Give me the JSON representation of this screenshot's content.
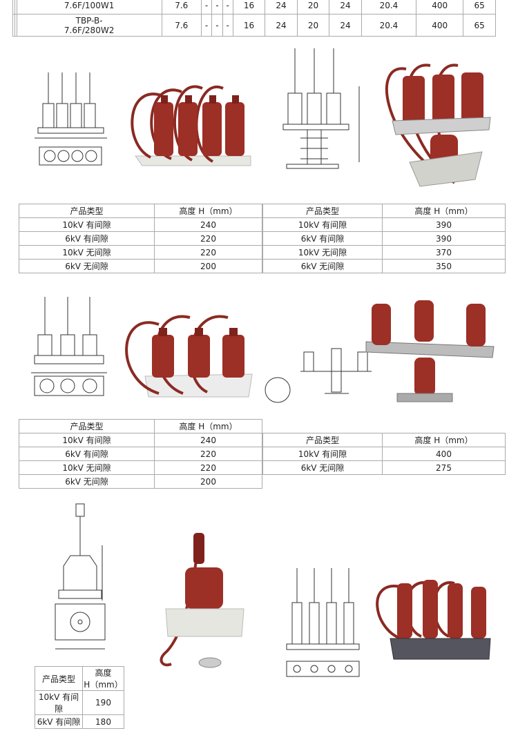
{
  "spec_rows": [
    {
      "model": "7.6F/100W1",
      "c1": "7.6",
      "c2": "-",
      "c3": "-",
      "c4": "-",
      "c5": "16",
      "c6": "24",
      "c7": "20",
      "c8": "24",
      "c9": "20.4",
      "c10": "400",
      "c11": "65"
    },
    {
      "model": "TBP-B-\n7.6F/280W2",
      "c1": "7.6",
      "c2": "-",
      "c3": "-",
      "c4": "-",
      "c5": "16",
      "c6": "24",
      "c7": "20",
      "c8": "24",
      "c9": "20.4",
      "c10": "400",
      "c11": "65"
    }
  ],
  "col_type": "产品类型",
  "col_height": "高度 H（mm）",
  "col_height_short": [
    "高度",
    "H（mm）"
  ],
  "table1_left": [
    {
      "type": "10kV 有间隙",
      "h": "240"
    },
    {
      "type": "6kV 有间隙",
      "h": "220"
    },
    {
      "type": "10kV 无间隙",
      "h": "220"
    },
    {
      "type": "6kV 无间隙",
      "h": "200"
    }
  ],
  "table1_right": [
    {
      "type": "10kV 有间隙",
      "h": "390"
    },
    {
      "type": "6kV 有间隙",
      "h": "390"
    },
    {
      "type": "10kV 无间隙",
      "h": "370"
    },
    {
      "type": "6kV 无间隙",
      "h": "350"
    }
  ],
  "table2_left": [
    {
      "type": "10kV 有间隙",
      "h": "240"
    },
    {
      "type": "6kV 有间隙",
      "h": "220"
    },
    {
      "type": "10kV 无间隙",
      "h": "220"
    },
    {
      "type": "6kV 无间隙",
      "h": "200"
    }
  ],
  "table2_right": [
    {
      "type": "10kV 有间隙",
      "h": "400"
    },
    {
      "type": "6kV 无间隙",
      "h": "275"
    }
  ],
  "table3": [
    {
      "type": "10kV 有间\n隙",
      "h": "190"
    },
    {
      "type": "6kV 有间隙",
      "h": "180"
    }
  ],
  "colors": {
    "porcelain_red": "#9c2f26",
    "cable_red": "#8a2a22",
    "base_white": "#ececec",
    "border": "#aaaaaa"
  }
}
